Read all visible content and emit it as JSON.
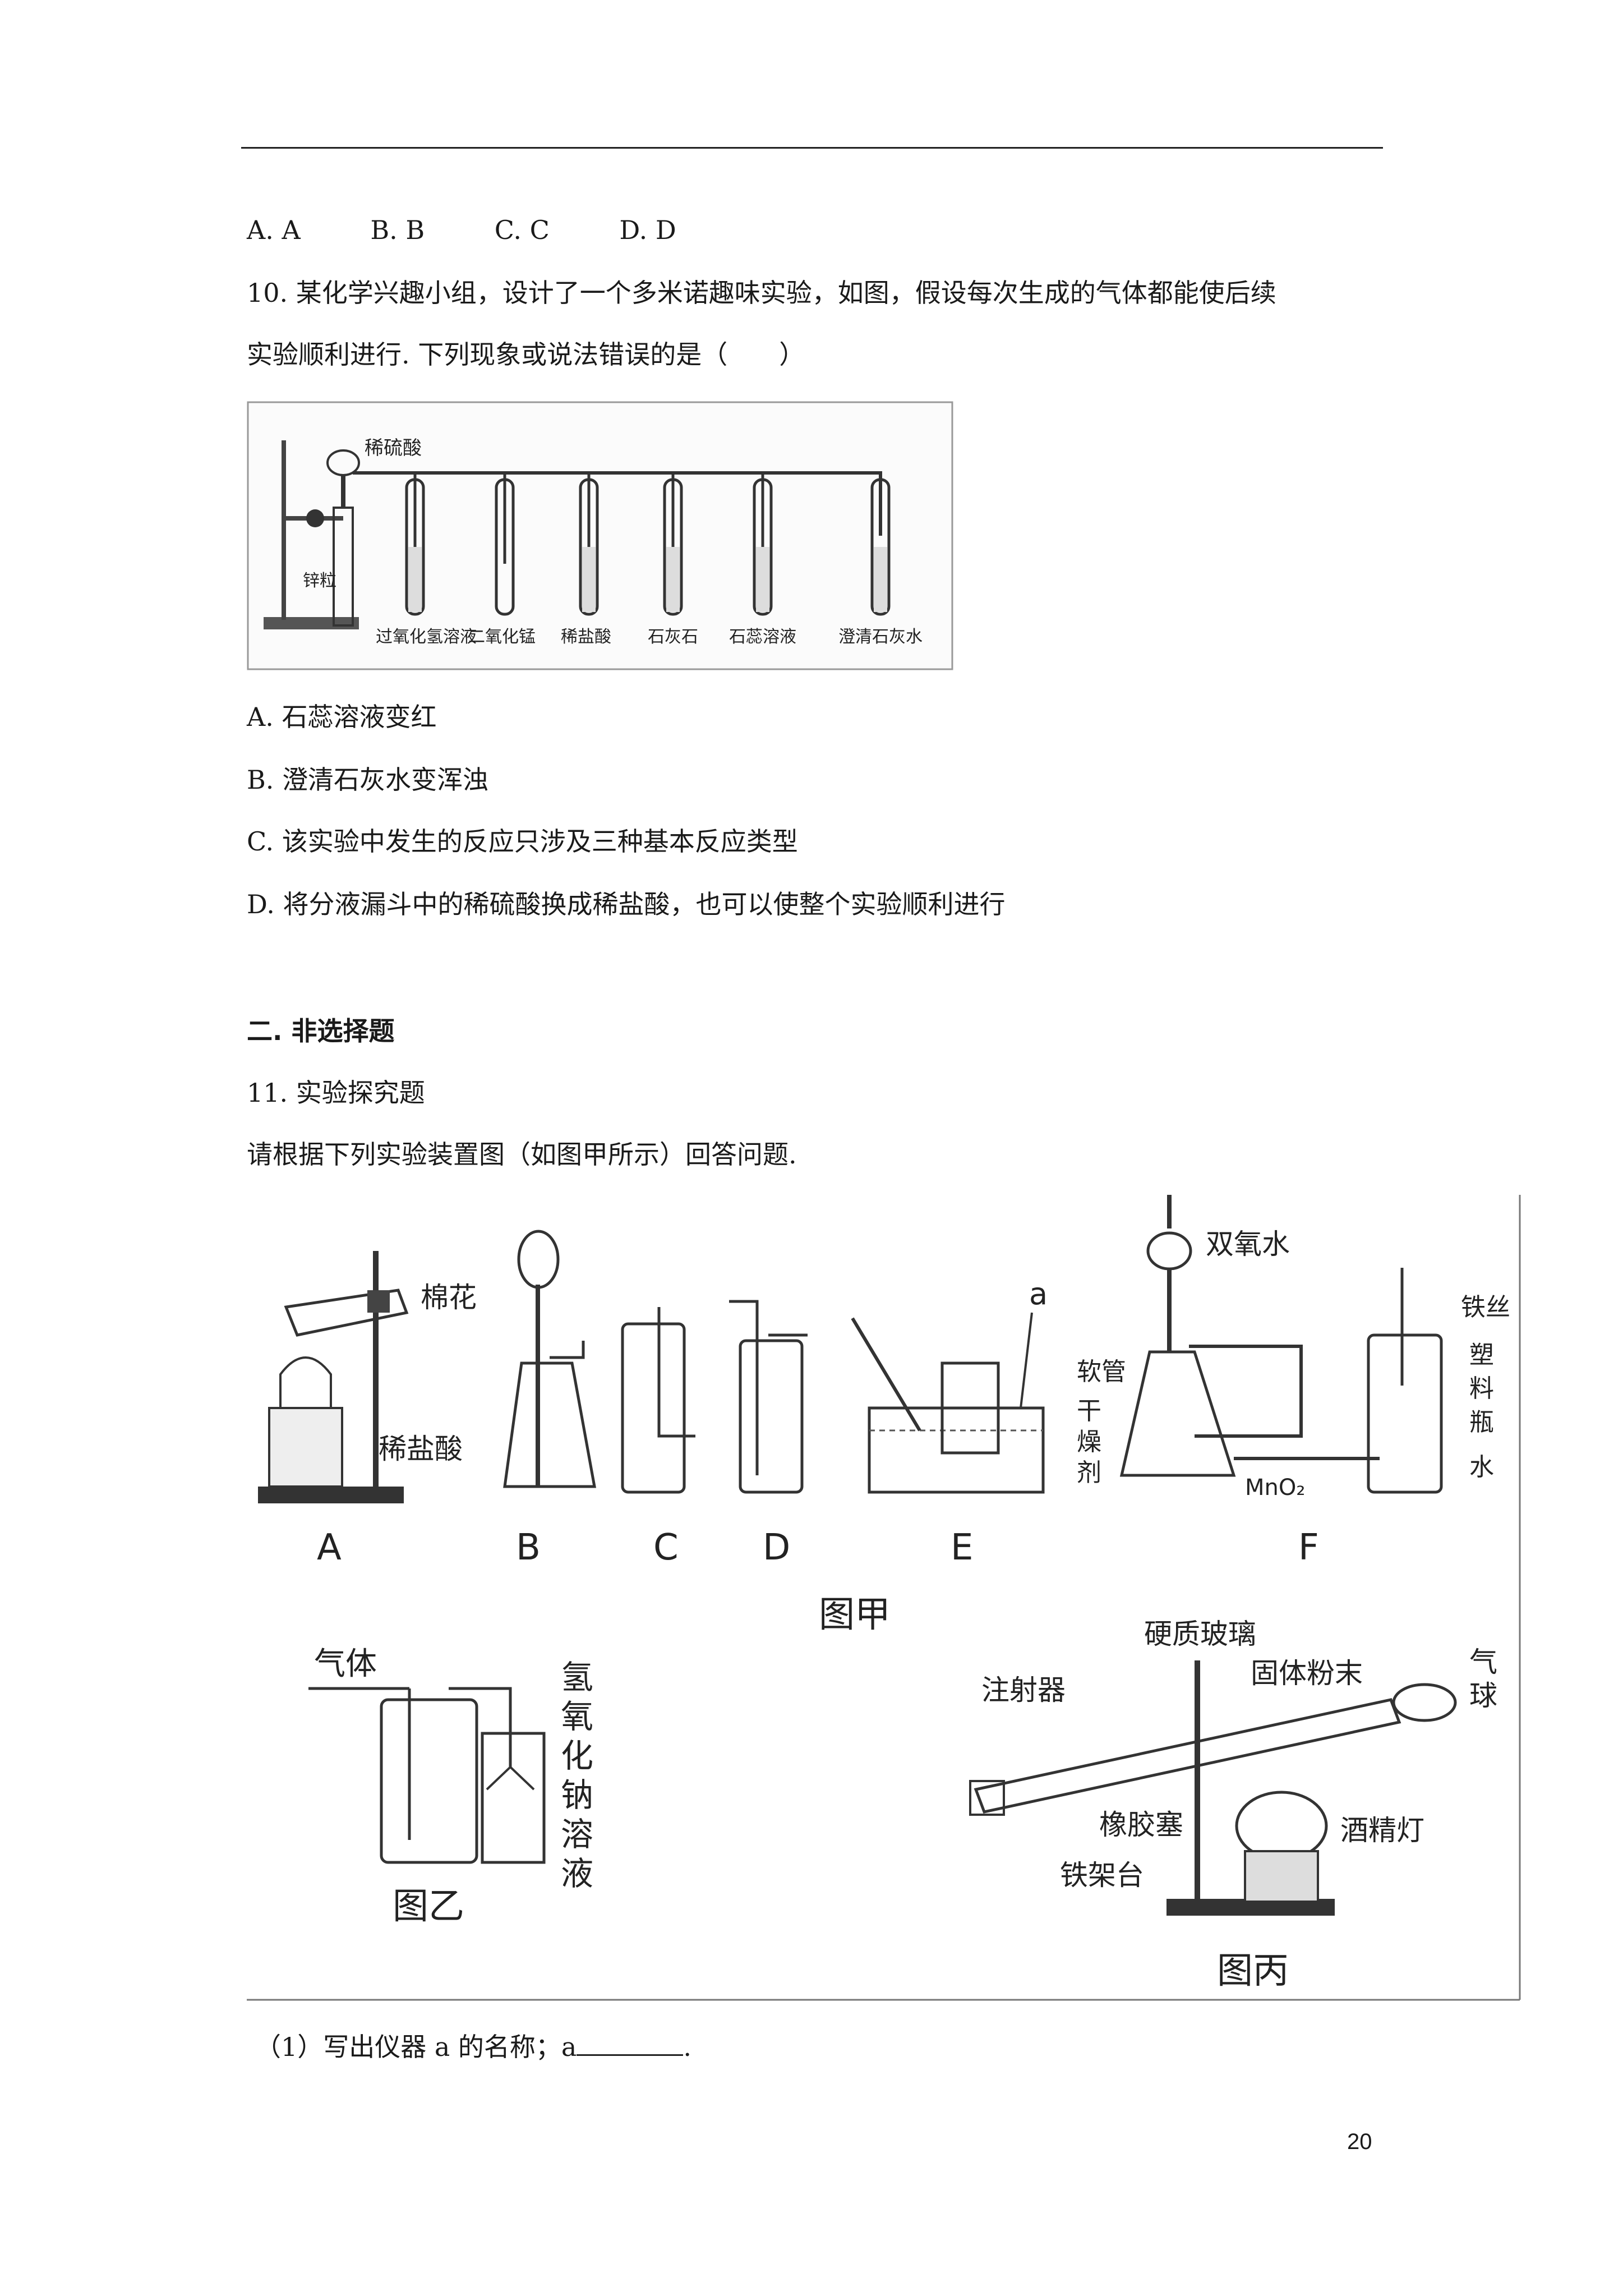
{
  "q9_options": [
    "A. A",
    "B. B",
    "C. C",
    "D. D"
  ],
  "q10": {
    "stem_line1": "10. 某化学兴趣小组，设计了一个多米诺趣味实验，如图，假设每次生成的气体都能使后续",
    "stem_line2": "实验顺利进行. 下列现象或说法错误的是（　　）",
    "figure_labels": {
      "funnel": "稀硫酸",
      "zinc": "锌粒",
      "tube1": "过氧化氢溶液",
      "tube2": "二氧化锰",
      "tube3": "稀盐酸",
      "tube4": "石灰石",
      "tube5": "石蕊溶液",
      "tube6": "澄清石灰水"
    },
    "options": [
      "A. 石蕊溶液变红",
      "B. 澄清石灰水变浑浊",
      "C. 该实验中发生的反应只涉及三种基本反应类型",
      "D. 将分液漏斗中的稀硫酸换成稀盐酸，也可以使整个实验顺利进行"
    ]
  },
  "section2": {
    "title": "二. 非选择题"
  },
  "q11": {
    "title": "11. 实验探究题",
    "intro": "请根据下列实验装置图（如图甲所示）回答问题.",
    "fig_jia": {
      "caption": "图甲",
      "apparatus_labels": [
        "A",
        "B",
        "C",
        "D",
        "E",
        "F"
      ],
      "labels": {
        "cotton": "棉花",
        "dilute_hcl": "稀盐酸",
        "a": "a",
        "h2o2": "双氧水",
        "hose": "软管",
        "desiccant": [
          "干",
          "燥",
          "剂"
        ],
        "mno2": "MnO₂",
        "iron_wire": "铁丝",
        "plastic_bottle": [
          "塑",
          "料",
          "瓶"
        ],
        "water": "水"
      }
    },
    "fig_yi": {
      "caption": "图乙",
      "gas": "气体",
      "naoh": [
        "氢",
        "氧",
        "化",
        "钠",
        "溶",
        "液"
      ]
    },
    "fig_bing": {
      "caption": "图丙",
      "labels": {
        "hard_glass": "硬质玻璃",
        "solid_powder": "固体粉末",
        "balloon": [
          "气",
          "球"
        ],
        "syringe": "注射器",
        "stopper": "橡胶塞",
        "lamp": "酒精灯",
        "stand": "铁架台"
      }
    },
    "sub1_prefix": "（1）写出仪器 a 的名称；a",
    "sub1_suffix": "."
  },
  "page_number": "20"
}
